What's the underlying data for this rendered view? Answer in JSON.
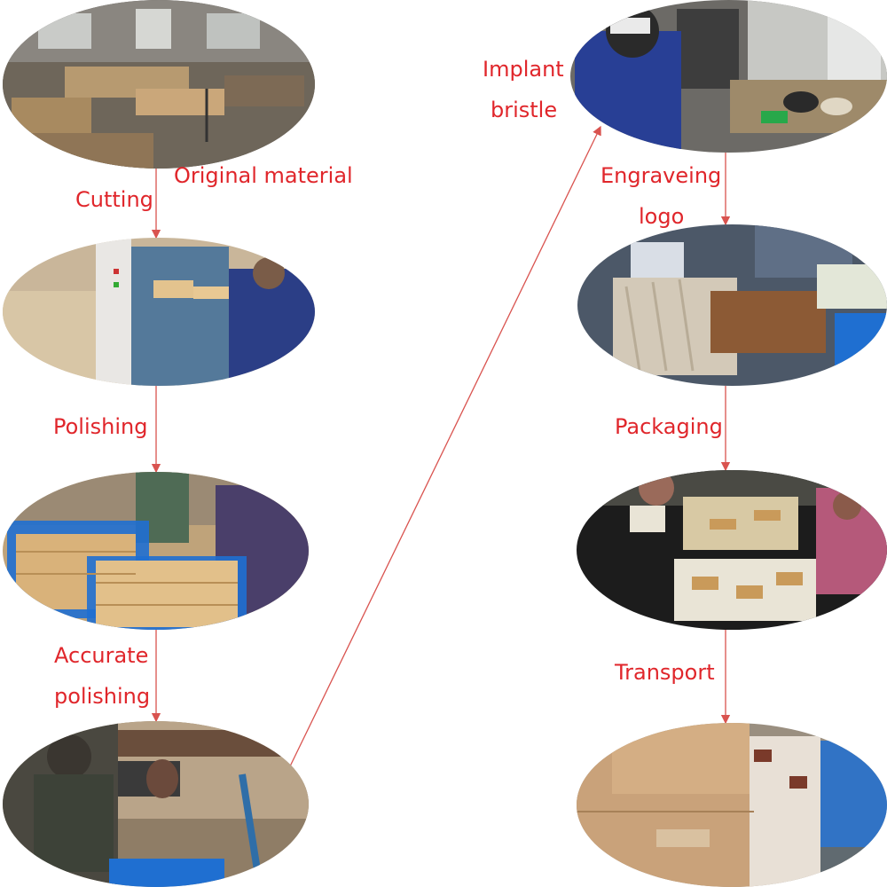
{
  "steps": {
    "original_material": {
      "label": "Original material"
    },
    "cutting": {
      "label": "Cutting"
    },
    "polishing": {
      "label": "Polishing"
    },
    "accurate_polishing": {
      "line1": "Accurate",
      "line2": "polishing"
    },
    "implant_bristle": {
      "line1": "Implant",
      "line2": "bristle"
    },
    "engraving_logo": {
      "line1": "Engraveing",
      "line2": "logo"
    },
    "packaging": {
      "label": "Packaging"
    },
    "transport": {
      "label": "Transport"
    }
  },
  "colors": {
    "label": "#e0262b",
    "arrow": "#d9534f",
    "wood": "#d9b27a",
    "crate_blue": "#1f6fd1",
    "worker_blue": "#283f95"
  }
}
